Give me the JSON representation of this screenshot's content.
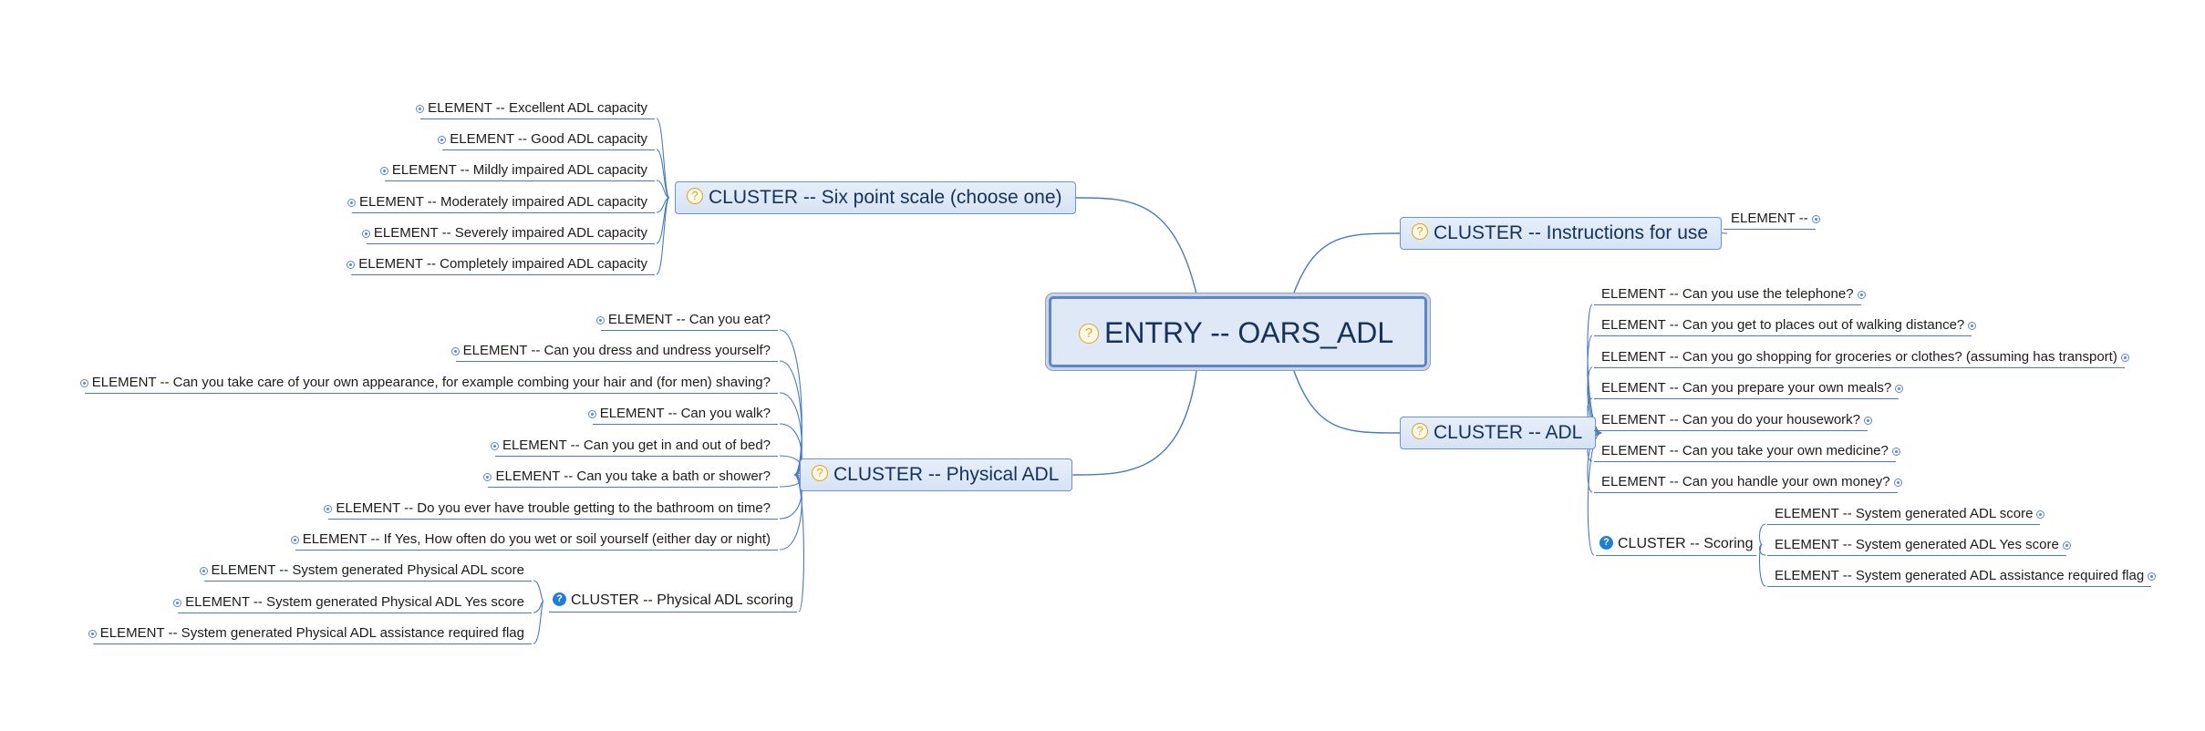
{
  "root": {
    "title": "ENTRY -- OARS_ADL",
    "icon": "question-circle-icon"
  },
  "colors": {
    "line": "#4a79c0",
    "topic_fill": "#dde7f6",
    "topic_border": "#6b93cf",
    "icon": "#e1a21c",
    "scoring_icon": "#1f7fd6"
  },
  "clusters": {
    "six_point": {
      "title": "CLUSTER -- Six point scale (choose one)",
      "elements": [
        "ELEMENT -- Excellent ADL capacity",
        "ELEMENT -- Good ADL capacity",
        "ELEMENT -- Mildly impaired ADL capacity",
        "ELEMENT -- Moderately impaired ADL capacity",
        "ELEMENT -- Severely impaired ADL capacity",
        "ELEMENT -- Completely impaired ADL capacity"
      ]
    },
    "physical": {
      "title": "CLUSTER -- Physical ADL",
      "elements": [
        "ELEMENT -- Can you eat?",
        "ELEMENT -- Can you dress and undress yourself?",
        "ELEMENT -- Can you take care of your own appearance, for example combing your hair and (for men) shaving?",
        "ELEMENT -- Can you walk?",
        "ELEMENT -- Can you get in and out of bed?",
        "ELEMENT -- Can you take a bath or shower?",
        "ELEMENT -- Do you ever have trouble getting to the bathroom on time?",
        "ELEMENT -- If Yes, How often do you wet or soil yourself (either day or night)"
      ],
      "scoring": {
        "title": "CLUSTER -- Physical ADL scoring",
        "elements": [
          "ELEMENT -- System generated Physical ADL score",
          "ELEMENT -- System generated Physical ADL Yes score",
          "ELEMENT -- System generated Physical ADL assistance required flag"
        ]
      }
    },
    "instructions": {
      "title": "CLUSTER -- Instructions for use",
      "elements": [
        "ELEMENT --"
      ]
    },
    "adl": {
      "title": "CLUSTER -- ADL",
      "elements": [
        "ELEMENT -- Can you use the telephone?",
        "ELEMENT -- Can you get to places out of walking distance?",
        "ELEMENT -- Can you go shopping for groceries or clothes? (assuming has transport)",
        "ELEMENT -- Can you prepare your own meals?",
        "ELEMENT -- Can you do your housework?",
        "ELEMENT -- Can you take your own medicine?",
        "ELEMENT -- Can you handle your own money?"
      ],
      "scoring": {
        "title": "CLUSTER -- Scoring",
        "elements": [
          "ELEMENT -- System generated ADL score",
          "ELEMENT -- System generated ADL Yes score",
          "ELEMENT -- System generated ADL assistance required flag"
        ]
      }
    }
  }
}
